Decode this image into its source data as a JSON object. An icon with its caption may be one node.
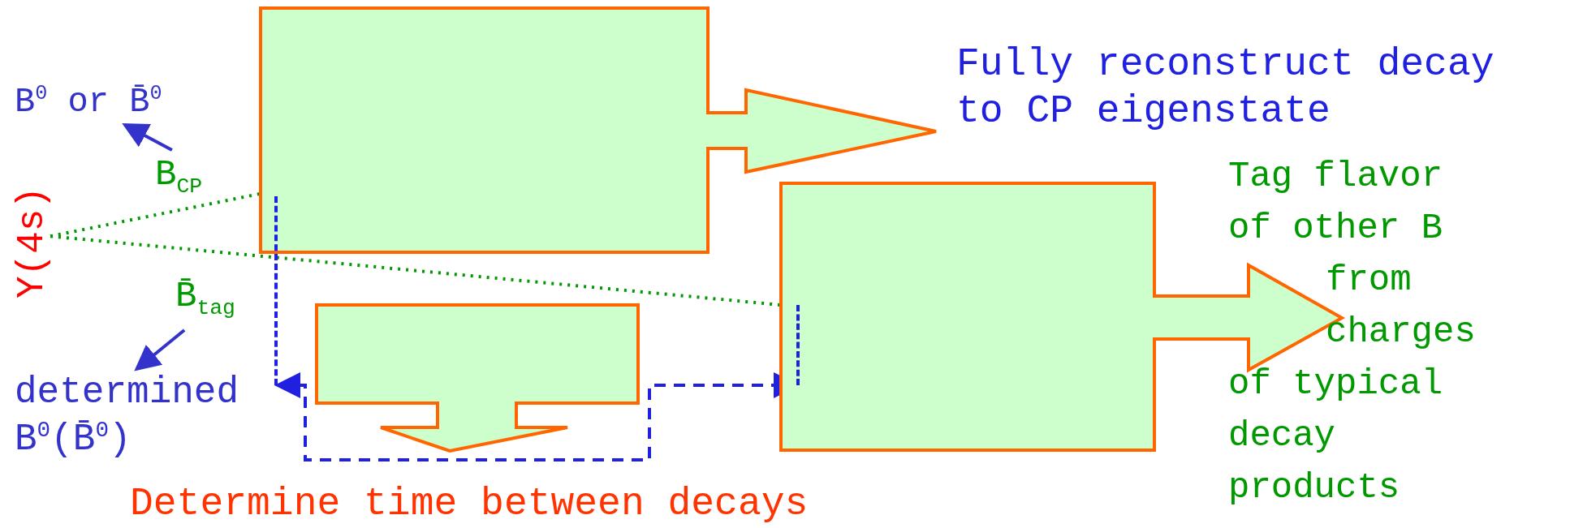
{
  "diagram": {
    "nodes": [
      {
        "text": [
          "Fully reconstruct decay to CP eigenstate"
        ]
      },
      {
        "text": [
          "B$^{0}$ or B̄$^{0}$"
        ]
      },
      {
        "text": [
          "B$_{CP}$"
        ]
      },
      {
        "text": [
          "Υ(4s)"
        ]
      },
      {
        "text": [
          "B̄$_{tag}$"
        ]
      },
      {
        "text": [
          "determined B$^{0}$(B̄$^{0}$)"
        ]
      },
      {
        "text": [
          "Determine time between decays"
        ]
      },
      {
        "text": [
          "Tag flavor of other B from charges of typical decay products"
        ]
      },
      {
        "text": [],
        "shape": "bar"
      },
      {
        "text": [],
        "shape": "bar",
        "in": 7
      }
    ],
    "edges": [
      {
        "from": 3,
        "to": 0,
        "arrow": "none",
        "style": "dashed",
        "color": "#009900"
      },
      {
        "from": 3,
        "to": 7,
        "arrow": "none",
        "style": "dashed",
        "color": "#009900"
      },
      {
        "from": 2,
        "to": 1,
        "arrow": "to",
        "color": "#3333cc"
      },
      {
        "from": 4,
        "to": 5,
        "arrow": "to",
        "color": "#3333cc"
      },
      {
        "from": 8,
        "to": 9,
        "arrow": "both",
        "style": "dashed",
        "color": "#2020e0"
      }
    ]
  }
}
